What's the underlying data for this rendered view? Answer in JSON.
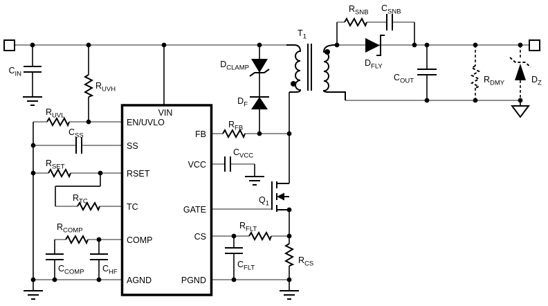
{
  "diagram": {
    "type": "schematic",
    "description": "Flyback converter schematic with controller IC, primary MOSFET, transformer and snubber"
  },
  "colors": {
    "background": "#ffffff",
    "wire_rail": "#8f8f8f",
    "component": "#000000"
  },
  "terminals": {
    "input": "input-terminal",
    "output": "output-terminal"
  },
  "ic": {
    "vin_pin": "VIN",
    "left_pins": [
      "EN/UVLO",
      "SS",
      "RSET",
      "TC",
      "COMP",
      "AGND"
    ],
    "right_pins": [
      "FB",
      "VCC",
      "GATE",
      "CS",
      "PGND"
    ]
  },
  "components": {
    "c_in": {
      "m": "C",
      "s": "IN"
    },
    "r_uvh": {
      "m": "R",
      "s": "UVH"
    },
    "r_uvl": {
      "m": "R",
      "s": "UVL"
    },
    "c_ss": {
      "m": "C",
      "s": "SS"
    },
    "r_set": {
      "m": "R",
      "s": "SET"
    },
    "r_tc": {
      "m": "R",
      "s": "TC"
    },
    "r_comp": {
      "m": "R",
      "s": "COMP"
    },
    "c_comp": {
      "m": "C",
      "s": "COMP"
    },
    "c_hf": {
      "m": "C",
      "s": "HF"
    },
    "d_clamp": {
      "m": "D",
      "s": "CLAMP"
    },
    "d_f": {
      "m": "D",
      "s": "F"
    },
    "r_fb": {
      "m": "R",
      "s": "FB"
    },
    "c_vcc": {
      "m": "C",
      "s": "VCC"
    },
    "q1": {
      "m": "Q",
      "s": "1"
    },
    "r_flt": {
      "m": "R",
      "s": "FLT"
    },
    "c_flt": {
      "m": "C",
      "s": "FLT"
    },
    "r_cs": {
      "m": "R",
      "s": "CS"
    },
    "t1": {
      "m": "T",
      "s": "1"
    },
    "r_snb": {
      "m": "R",
      "s": "SNB"
    },
    "c_snb": {
      "m": "C",
      "s": "SNB"
    },
    "d_fly": {
      "m": "D",
      "s": "FLY"
    },
    "c_out": {
      "m": "C",
      "s": "OUT"
    },
    "r_dmy": {
      "m": "R",
      "s": "DMY"
    },
    "d_z": {
      "m": "D",
      "s": "Z"
    }
  }
}
